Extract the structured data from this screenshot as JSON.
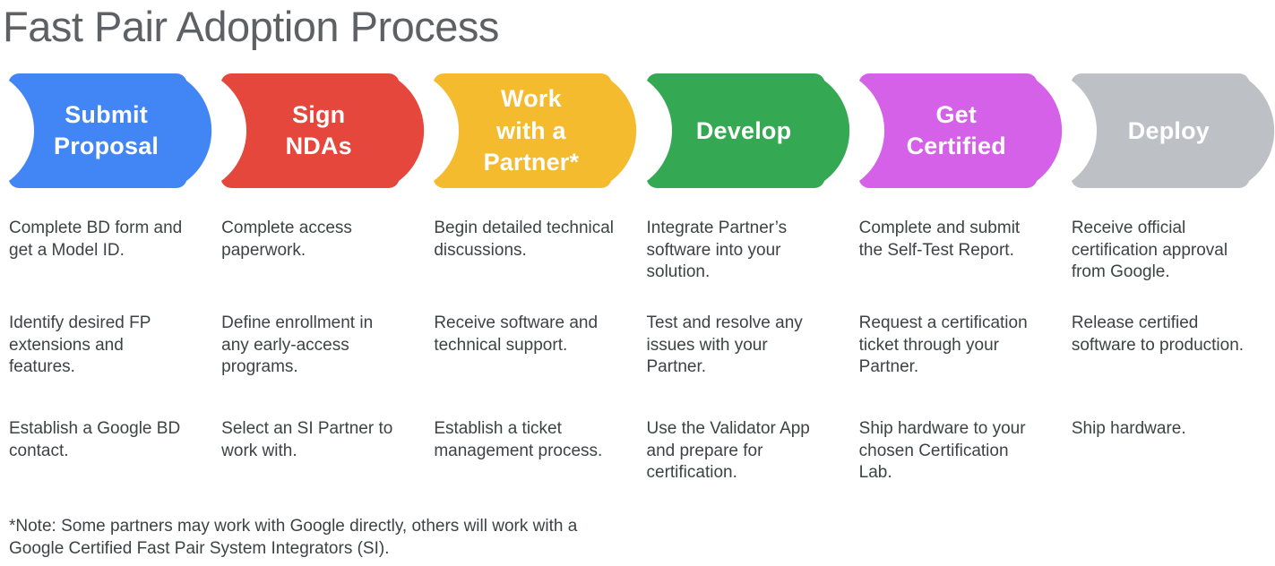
{
  "page": {
    "title": "Fast Pair Adoption Process"
  },
  "stages": [
    {
      "title": "Submit\nProposal",
      "color": "#4285F4",
      "color_name": "blue",
      "steps": [
        "Complete BD form and get a Model ID.",
        "Identify desired FP extensions and features.",
        "Establish a Google BD contact."
      ]
    },
    {
      "title": "Sign\nNDAs",
      "color": "#E5473C",
      "color_name": "red",
      "steps": [
        "Complete access paperwork.",
        "Define enrollment in any early-access programs.",
        "Select an SI Partner to work with."
      ]
    },
    {
      "title": "Work\nwith a\nPartner*",
      "color": "#F5BB2E",
      "color_name": "yellow",
      "steps": [
        "Begin detailed technical discussions.",
        "Receive software and technical support.",
        "Establish a ticket management process."
      ]
    },
    {
      "title": "Develop",
      "color": "#34A853",
      "color_name": "green",
      "steps": [
        "Integrate Partner’s software into your solution.",
        "Test and resolve any issues with your Partner.",
        "Use the Validator App and prepare for certification."
      ]
    },
    {
      "title": "Get\nCertified",
      "color": "#D461E8",
      "color_name": "magenta",
      "steps": [
        "Complete and submit the Self-Test Report.",
        "Request a certification ticket through your Partner.",
        "Ship hardware to your chosen Certification Lab."
      ]
    },
    {
      "title": "Deploy",
      "color": "#BDC1C6",
      "color_name": "gray",
      "steps": [
        "Receive official certification approval from Google.",
        "Release certified software to production.",
        "Ship hardware."
      ]
    }
  ],
  "footnote": "*Note: Some partners may work with Google directly, others will work with a\nGoogle Certified Fast Pair System Integrators (SI)."
}
